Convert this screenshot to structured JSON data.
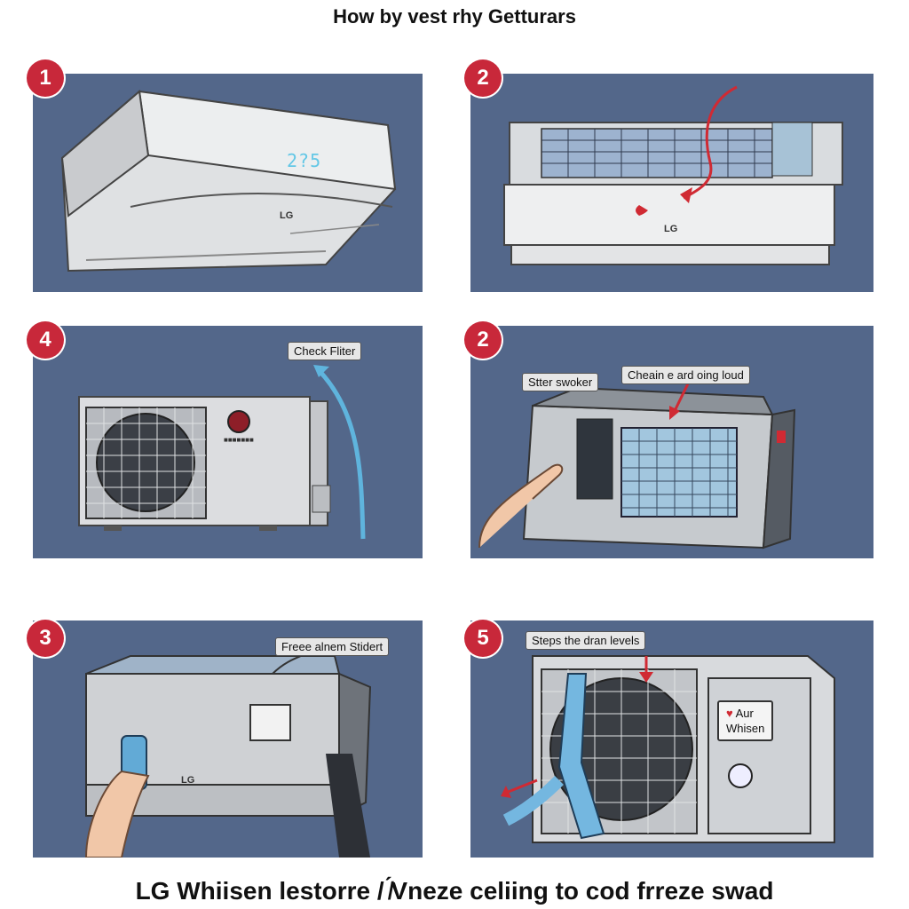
{
  "title": "How by vest rhy Getturars",
  "footer": "LG Whiisen lestorre / ̸́Vneze celiing to cod frreze swad",
  "brand": "LG",
  "colors": {
    "panel_bg": "#53678a",
    "badge": "#c8283a",
    "accent_blue": "#5fb4dd",
    "accent_red": "#d02a33"
  },
  "panels": [
    {
      "step": "1",
      "display": "2?5"
    },
    {
      "step": "2"
    },
    {
      "step": "4",
      "callout": "Check Fliter",
      "unit_label": "■■■■■■■"
    },
    {
      "step": "2",
      "callout_left": "Stter swoker",
      "callout_right": "Cheain e ard oing loud"
    },
    {
      "step": "3",
      "callout": "Freee alnem Stidert"
    },
    {
      "step": "5",
      "callout": "Steps the dran levels",
      "label_line1": "Aur",
      "label_line2": "Whisen"
    }
  ]
}
